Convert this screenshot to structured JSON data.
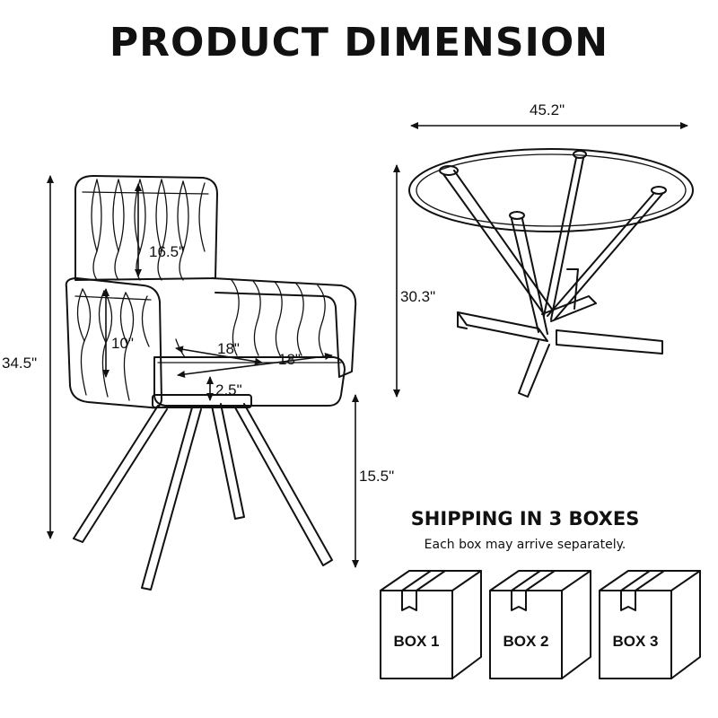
{
  "title": "PRODUCT DIMENSION",
  "chair": {
    "overall_height": "34.5\"",
    "back_height": "16.5\"",
    "arm_height": "10\"",
    "seat_depth": "18\"",
    "seat_width": "18\"",
    "seat_thickness": "2.5\"",
    "seat_floor_height": "15.5\""
  },
  "table": {
    "diameter": "45.2\"",
    "height": "30.3\""
  },
  "shipping": {
    "heading": "SHIPPING IN 3 BOXES",
    "subtext": "Each box may arrive separately.",
    "boxes": [
      {
        "label": "BOX 1"
      },
      {
        "label": "BOX 2"
      },
      {
        "label": "BOX 3"
      }
    ]
  }
}
